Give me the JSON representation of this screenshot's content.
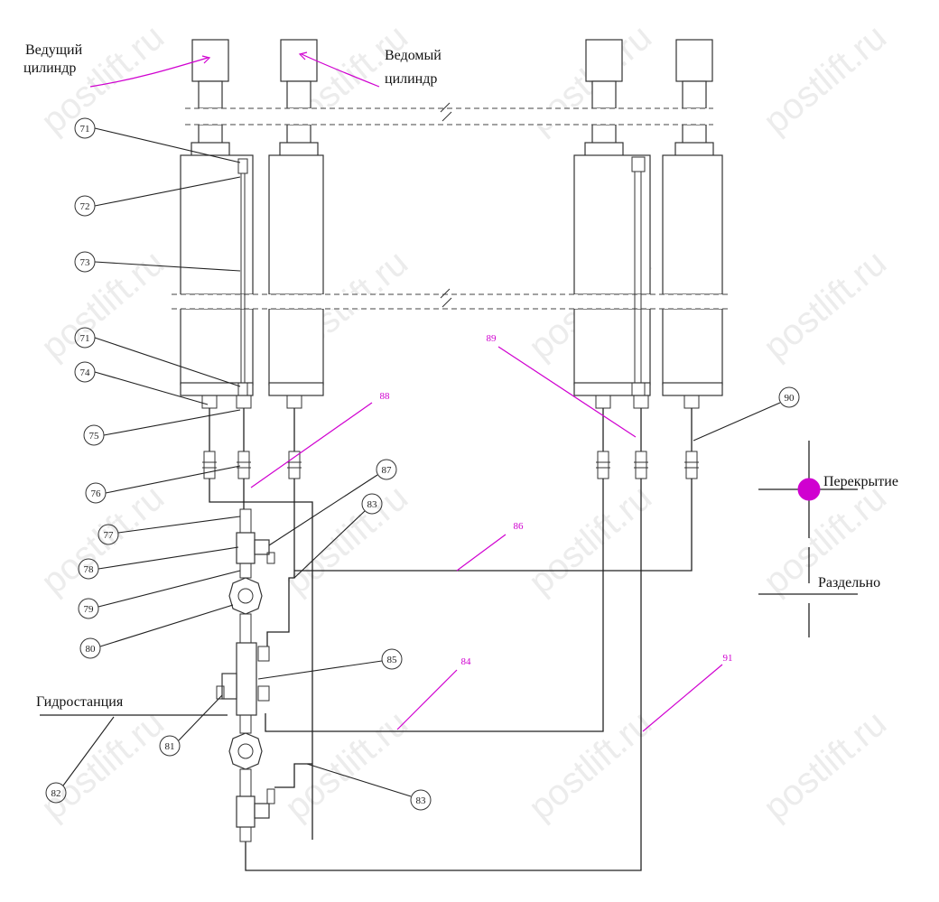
{
  "labels": {
    "master_line1": "Ведущий",
    "master_line2": "цилиндр",
    "slave_line1": "Ведомый",
    "slave_line2": "цилиндр",
    "overlap": "Перекрытие",
    "separate": "Раздельно",
    "pump_station": "Гидростанция"
  },
  "callouts": [
    "71",
    "72",
    "73",
    "71",
    "74",
    "75",
    "76",
    "77",
    "78",
    "79",
    "80",
    "81",
    "82",
    "83",
    "85",
    "87",
    "83",
    "90"
  ],
  "magenta_labels": [
    "88",
    "89",
    "86",
    "84",
    "91"
  ],
  "watermark": "postlift.ru",
  "colors": {
    "accent": "#d000d0",
    "line": "#222222"
  }
}
